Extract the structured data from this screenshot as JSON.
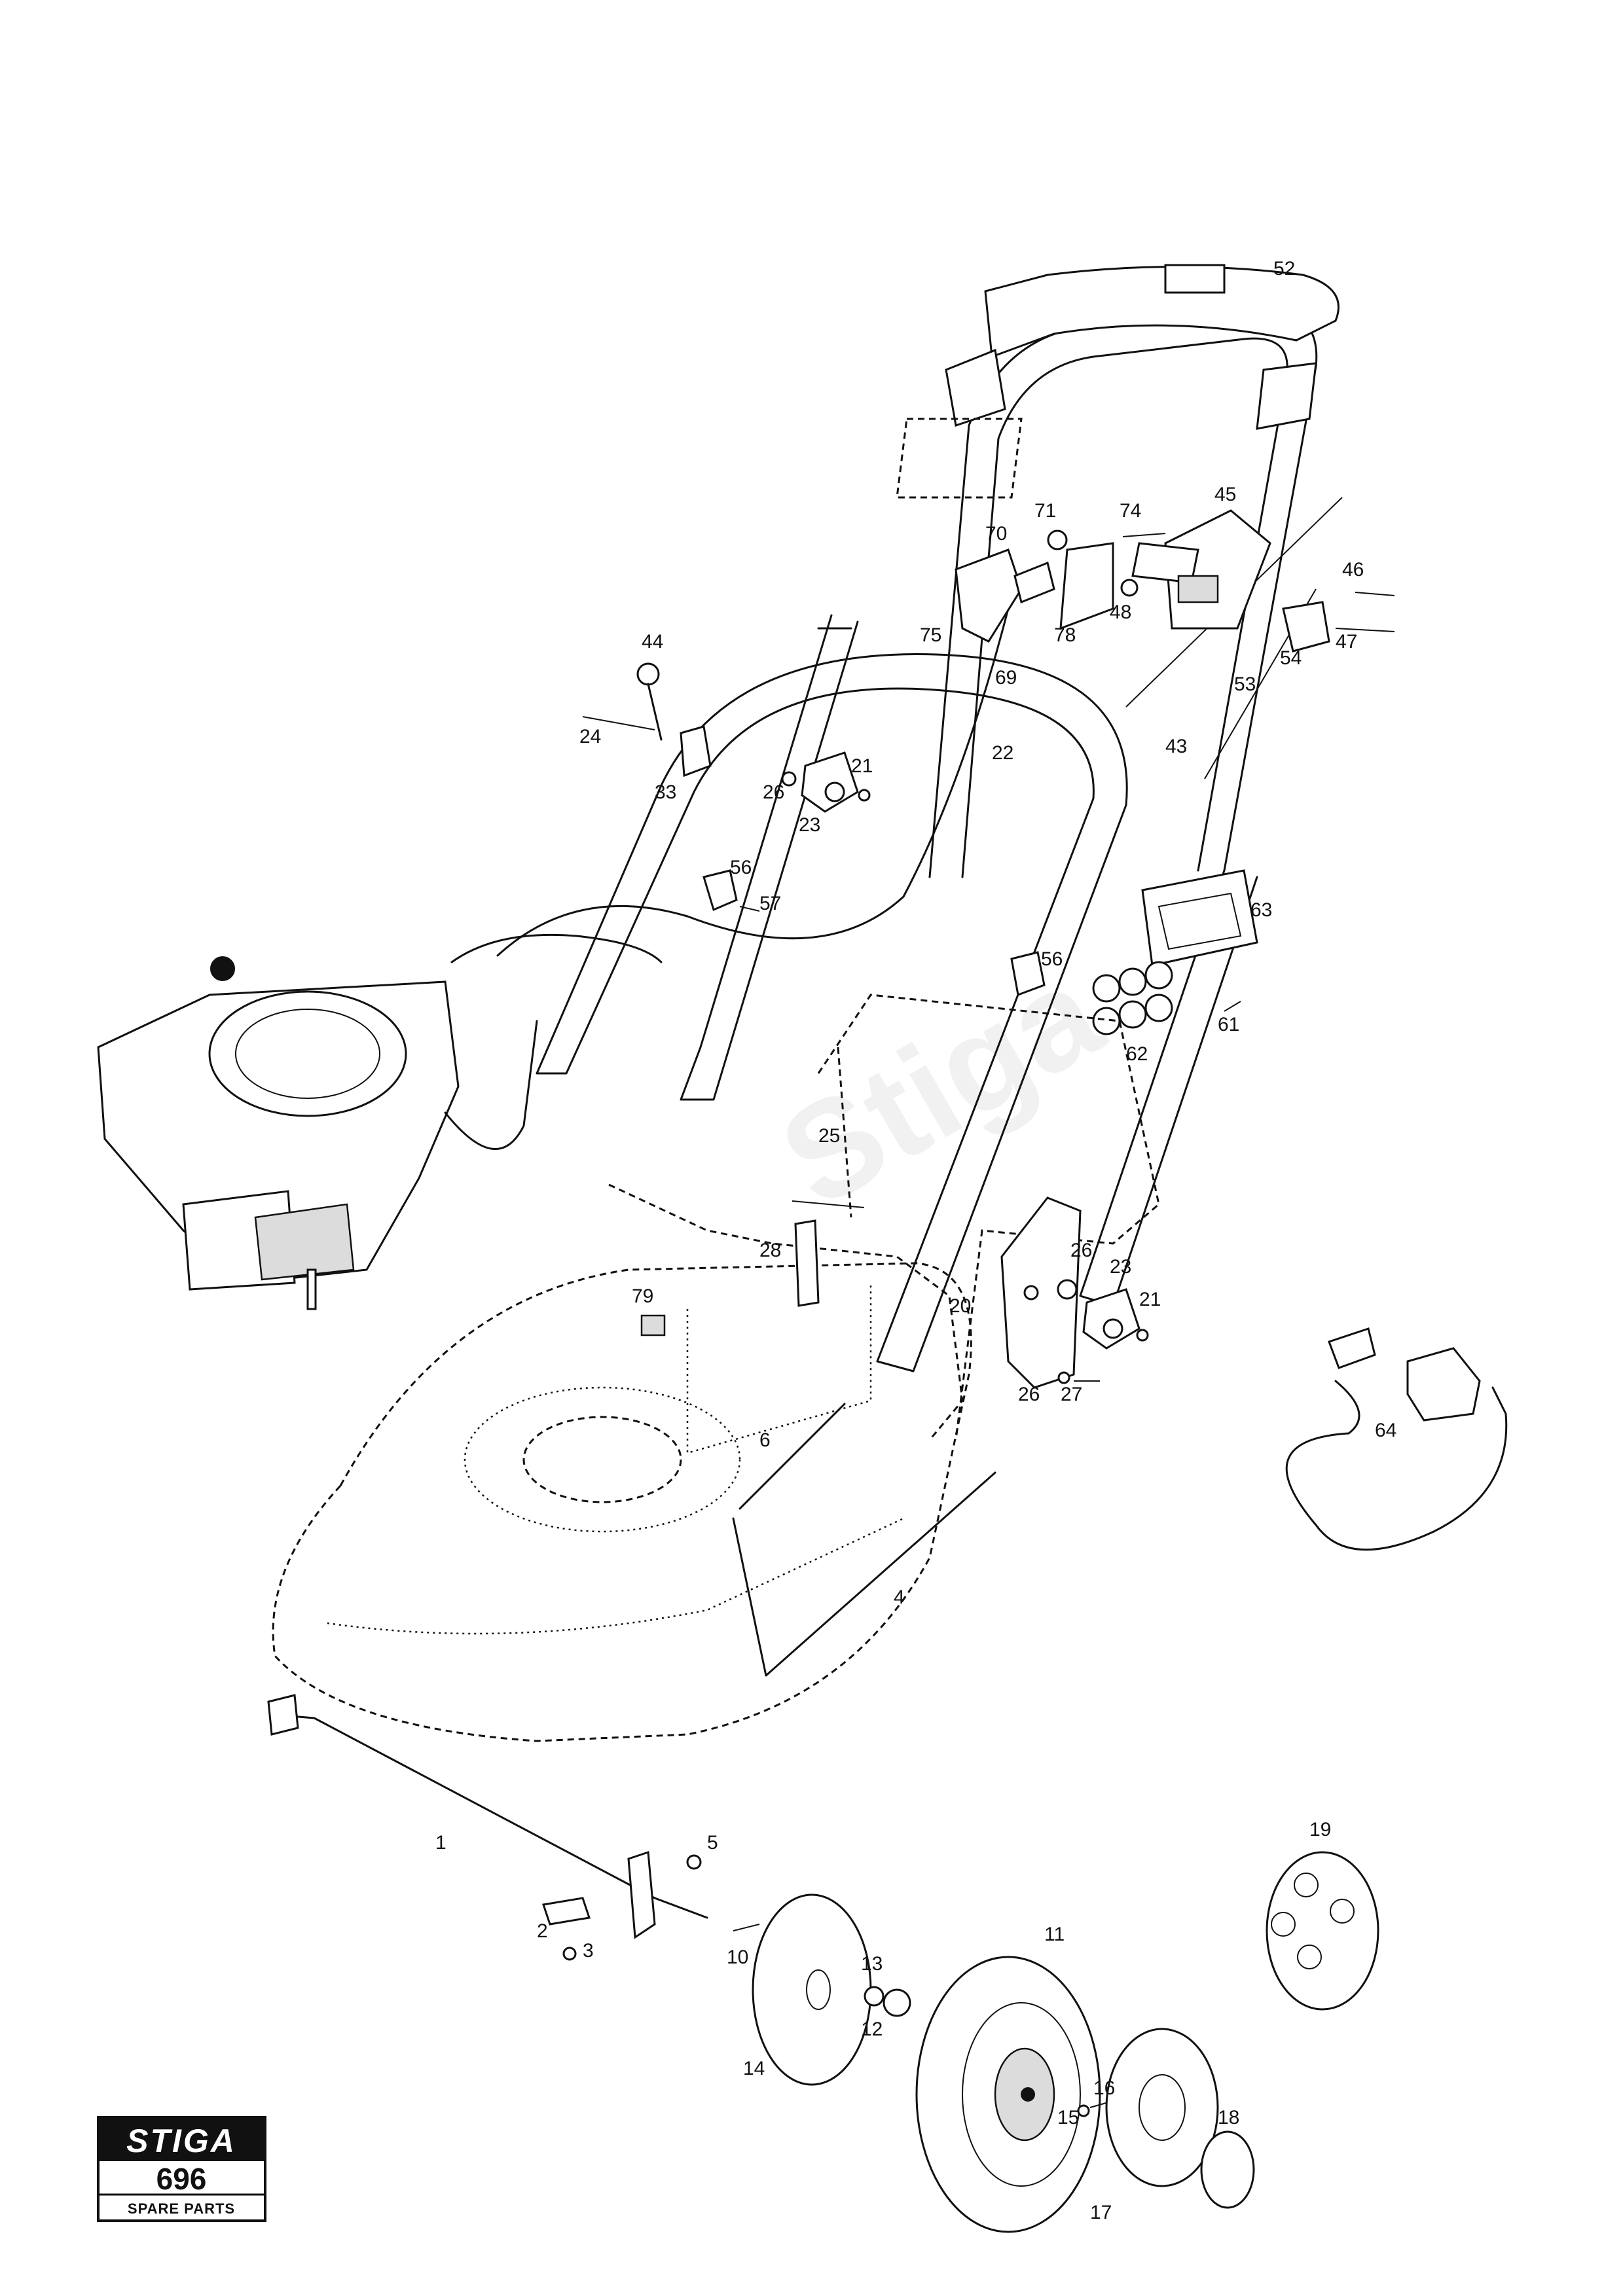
{
  "logo": {
    "brand": "STIGA",
    "model": "696",
    "caption": "SPARE PARTS"
  },
  "watermark": "Stiga",
  "part_numbers": {
    "p1": "1",
    "p2": "2",
    "p3": "3",
    "p4": "4",
    "p5": "5",
    "p6": "6",
    "p10": "10",
    "p11": "11",
    "p12": "12",
    "p13": "13",
    "p14": "14",
    "p15": "15",
    "p16": "16",
    "p17": "17",
    "p18": "18",
    "p19": "19",
    "p20": "20",
    "p21a": "21",
    "p21b": "21",
    "p22": "22",
    "p23a": "23",
    "p23b": "23",
    "p24": "24",
    "p25": "25",
    "p26a": "26",
    "p26b": "26",
    "p26c": "26",
    "p27": "27",
    "p28": "28",
    "p33": "33",
    "p43": "43",
    "p44": "44",
    "p45": "45",
    "p46": "46",
    "p47": "47",
    "p48": "48",
    "p52": "52",
    "p53": "53",
    "p54": "54",
    "p56a": "56",
    "p56b": "56",
    "p57": "57",
    "p61": "61",
    "p62": "62",
    "p63": "63",
    "p64": "64",
    "p69": "69",
    "p70": "70",
    "p71": "71",
    "p74": "74",
    "p75": "75",
    "p78": "78",
    "p79": "79"
  },
  "colors": {
    "ink": "#111111",
    "paper": "#ffffff"
  }
}
